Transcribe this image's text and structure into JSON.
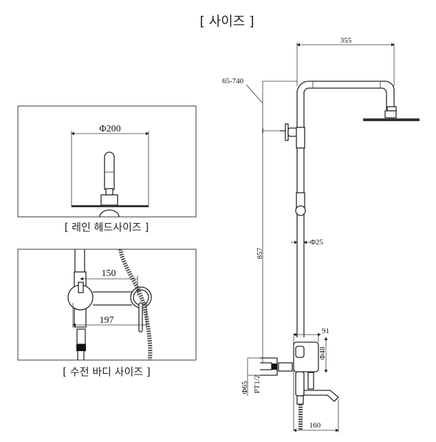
{
  "title": "[ 사이즈 ]",
  "rain_head_panel": {
    "caption": "[ 레인 헤드사이즈 ]",
    "dim_diameter": "Φ200"
  },
  "body_panel": {
    "caption": "[ 수전 바디 사이즈 ]",
    "dim_center": "150",
    "dim_width": "197"
  },
  "main_drawing": {
    "dim_arm_length": "355",
    "dim_height_range": "65-740",
    "dim_total_height": "857",
    "dim_pipe_diameter": "Φ25",
    "dim_body_depth": "91",
    "dim_body_diameter": "Φ48",
    "dim_flange_diameter": "Φ65",
    "dim_thread": "PT1/2",
    "dim_spout_length": "160"
  }
}
